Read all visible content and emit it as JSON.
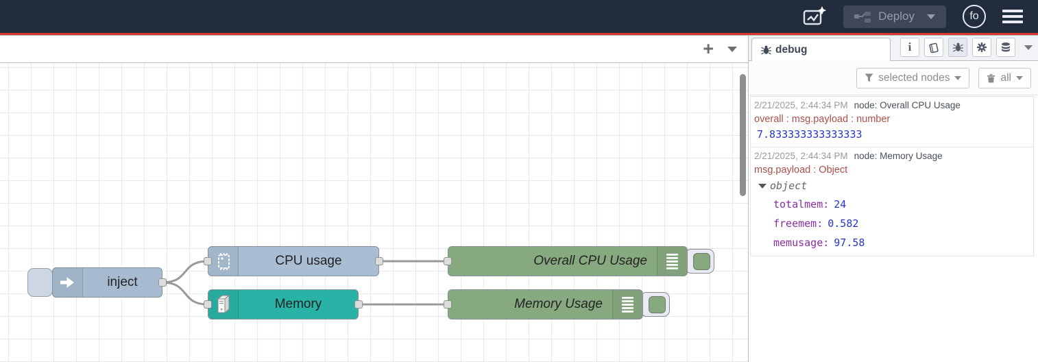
{
  "header": {
    "deploy_label": "Deploy",
    "avatar_label": "fo"
  },
  "canvas": {
    "add_flow_label": "+",
    "nodes": {
      "inject": {
        "label": "inject",
        "color": "#a6bbcf"
      },
      "cpu": {
        "label": "CPU usage",
        "color": "#a9bed2"
      },
      "memory": {
        "label": "Memory",
        "color": "#29b2a6"
      },
      "debug_cpu": {
        "label": "Overall CPU Usage",
        "color": "#87a980"
      },
      "debug_mem": {
        "label": "Memory Usage",
        "color": "#87a980"
      }
    },
    "wire_color": "#999999"
  },
  "sidebar": {
    "tab_label": "debug",
    "filter_button_label": "selected nodes",
    "clear_button_label": "all",
    "messages": [
      {
        "timestamp": "2/21/2025, 2:44:34 PM",
        "node": "node: Overall CPU Usage",
        "property": "overall : msg.payload : number",
        "value": "7.833333333333333"
      },
      {
        "timestamp": "2/21/2025, 2:44:34 PM",
        "node": "node: Memory Usage",
        "property": "msg.payload : Object",
        "object_label": "object",
        "entries": [
          {
            "key": "totalmem:",
            "value": "24"
          },
          {
            "key": "freemem:",
            "value": "0.582"
          },
          {
            "key": "memusage:",
            "value": "97.58"
          }
        ]
      }
    ]
  },
  "colors": {
    "header_bg": "#212c3c",
    "accent_red": "#d9382e",
    "value_blue": "#2434c8",
    "key_purple": "#8a2ba8",
    "property_red": "#aa4f4a"
  }
}
